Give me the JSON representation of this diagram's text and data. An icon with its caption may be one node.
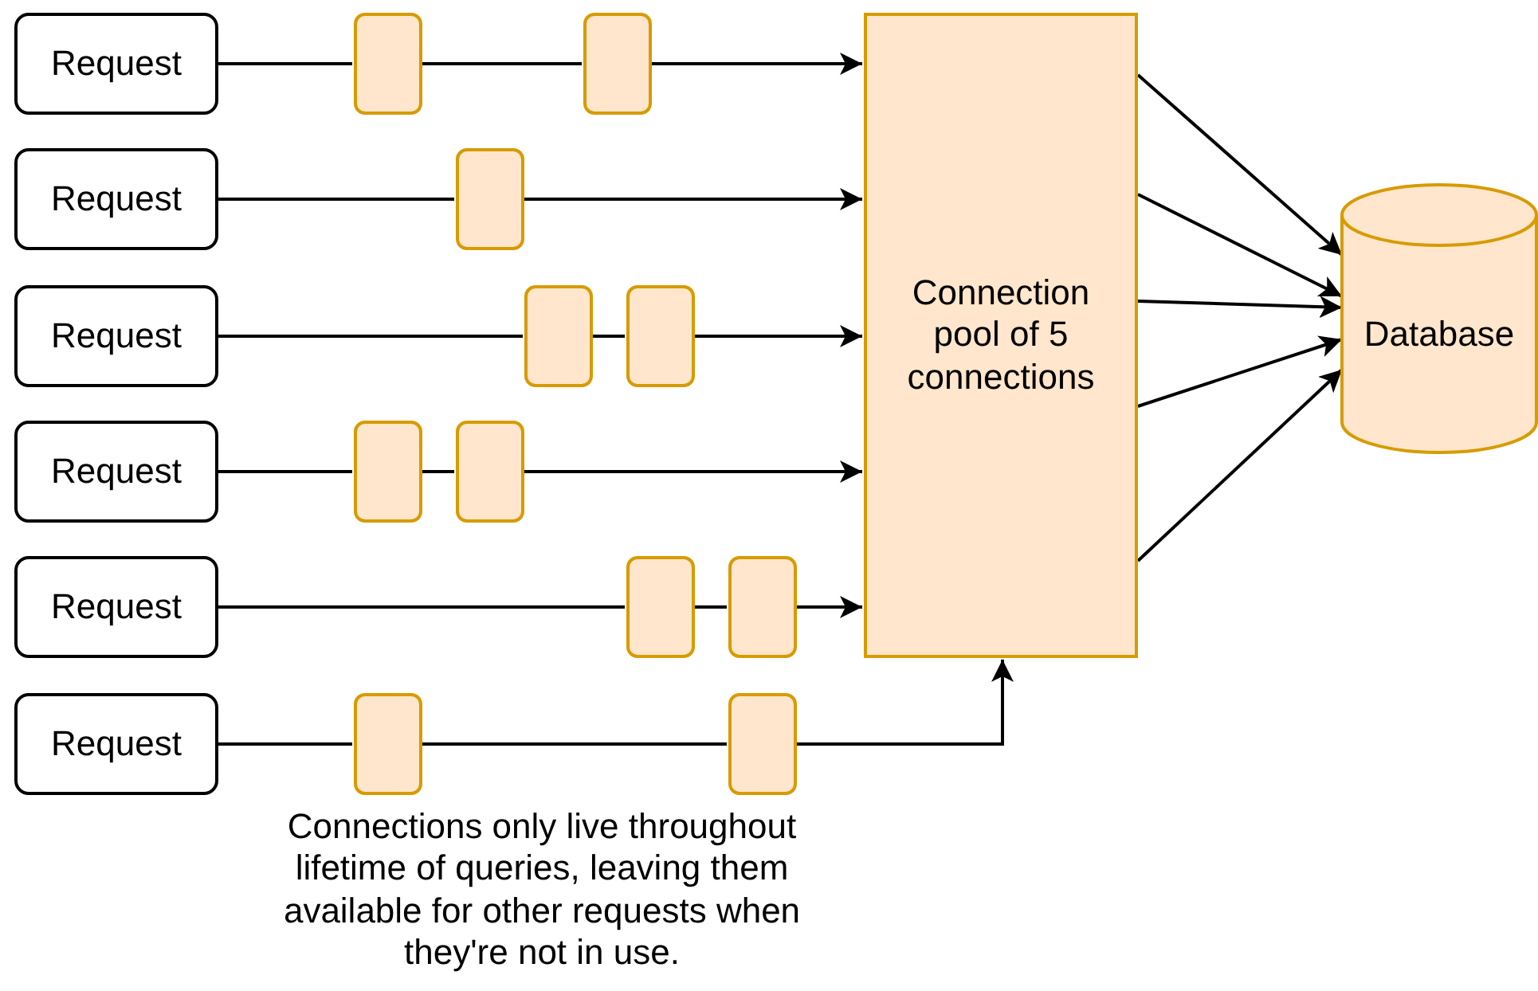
{
  "diagram": {
    "nodes": [
      {
        "text": [
          "Request"
        ]
      },
      {
        "text": [],
        "shape": "box"
      },
      {
        "text": [],
        "shape": "box"
      },
      {
        "text": [
          "Connection pool of 5 connections"
        ]
      },
      {
        "text": [
          "Database"
        ]
      },
      {
        "text": [
          "Request"
        ]
      },
      {
        "text": [],
        "shape": "box"
      },
      {
        "text": [
          "Request"
        ]
      },
      {
        "text": [],
        "shape": "box"
      },
      {
        "text": [],
        "shape": "box"
      },
      {
        "text": [
          "Request"
        ]
      },
      {
        "text": [],
        "shape": "box"
      },
      {
        "text": [],
        "shape": "box"
      },
      {
        "text": [
          "Request"
        ]
      },
      {
        "text": [],
        "shape": "box"
      },
      {
        "text": [],
        "shape": "box"
      },
      {
        "text": [
          "Request"
        ]
      },
      {
        "text": [],
        "shape": "box"
      },
      {
        "text": [],
        "shape": "box"
      }
    ],
    "edges": [
      {
        "from": 0,
        "to": 1,
        "arrow": "none"
      },
      {
        "from": 1,
        "to": 2,
        "arrow": "none"
      },
      {
        "from": 2,
        "to": 3,
        "arrow": "to"
      },
      {
        "from": 5,
        "to": 6,
        "arrow": "none"
      },
      {
        "from": 6,
        "to": 3,
        "arrow": "to"
      },
      {
        "from": 7,
        "to": 8,
        "arrow": "none"
      },
      {
        "from": 8,
        "to": 9,
        "arrow": "none"
      },
      {
        "from": 9,
        "to": 3,
        "arrow": "to"
      },
      {
        "from": 10,
        "to": 11,
        "arrow": "none"
      },
      {
        "from": 11,
        "to": 12,
        "arrow": "none"
      },
      {
        "from": 12,
        "to": 3,
        "arrow": "to"
      },
      {
        "from": 13,
        "to": 14,
        "arrow": "none"
      },
      {
        "from": 14,
        "to": 15,
        "arrow": "none"
      },
      {
        "from": 15,
        "to": 3,
        "arrow": "to"
      },
      {
        "from": 16,
        "to": 17,
        "arrow": "none"
      },
      {
        "from": 17,
        "to": 18,
        "arrow": "none"
      },
      {
        "from": 18,
        "to": 3,
        "arrow": "to"
      },
      {
        "from": 3,
        "to": 4,
        "arrow": "to"
      },
      {
        "from": 3,
        "to": 4,
        "arrow": "to"
      },
      {
        "from": 3,
        "to": 4,
        "arrow": "to"
      },
      {
        "from": 3,
        "to": 4,
        "arrow": "to"
      },
      {
        "from": 3,
        "to": 4,
        "arrow": "to"
      }
    ],
    "labels": [
      "Connections only live throughout lifetime of queries, leaving them available for other requests when they're not in use."
    ]
  }
}
